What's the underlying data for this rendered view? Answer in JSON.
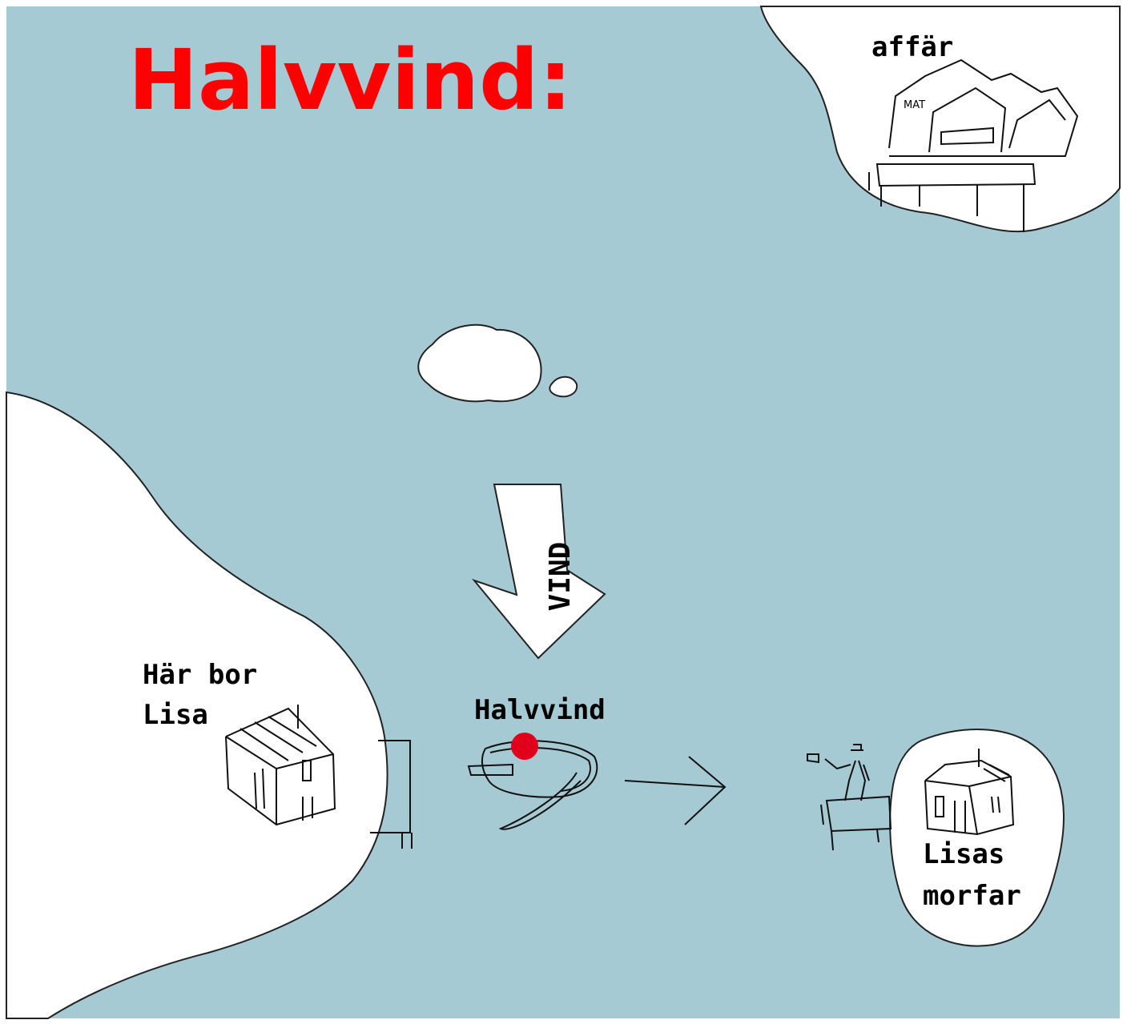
{
  "title": "Halvvind:",
  "colors": {
    "water": "#a6cad3",
    "land": "#ffffff",
    "title": "#ff0000",
    "boat_marker": "#e0001b",
    "ink": "#111111"
  },
  "labels": {
    "store": "affär",
    "home_line1": "Här bor",
    "home_line2": "Lisa",
    "boat": "Halvvind",
    "grandpa_line1": "Lisas",
    "grandpa_line2": "morfar",
    "wind": "VIND",
    "store_sign": "MAT"
  },
  "icons": {
    "wind_arrow": "arrow-down-icon",
    "direction_arrow": "arrow-right-icon",
    "boat": "boat-icon"
  }
}
